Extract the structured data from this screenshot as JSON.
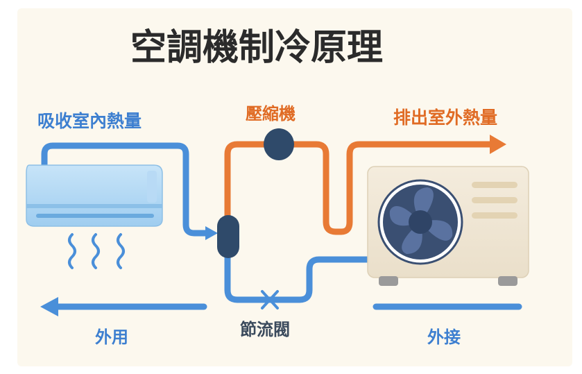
{
  "title": "空調機制冷原理",
  "labels": {
    "absorb_heat": "吸收室內熱量",
    "compressor": "壓縮機",
    "exhaust_heat": "排出室外熱量",
    "outer_use": "外用",
    "throttle_valve": "節流閥",
    "outer_connect": "外接"
  },
  "colors": {
    "background": "#fcf8ee",
    "title": "#2b2b2b",
    "blue_pipe": "#4a8fd9",
    "orange_pipe": "#e87a35",
    "blue_text": "#3d7fd0",
    "orange_text": "#e06b24",
    "component": "#2f4a6a",
    "indoor_unit": "#a9d3f3",
    "outdoor_unit": "#efe5d3",
    "fan": "#3a4f72"
  },
  "icons": {
    "compressor": "compressor-icon",
    "accumulator": "accumulator-icon",
    "valve": "throttle-valve-icon",
    "fan": "fan-icon",
    "heat_waves": "heat-wave-icon"
  }
}
